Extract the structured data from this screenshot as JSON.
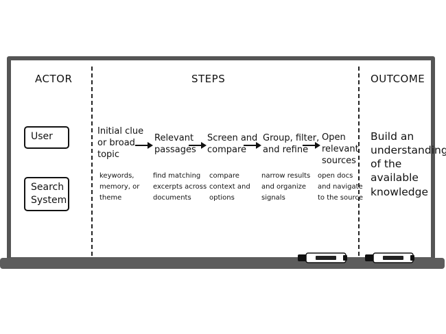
{
  "headers": {
    "actor": "ACTOR",
    "steps": "STEPS",
    "outcome": "OUTCOME"
  },
  "actors": {
    "user": "User",
    "search_system_line1": "Search",
    "search_system_line2": "System"
  },
  "steps": [
    {
      "title": [
        "Initial clue",
        "or broad",
        "topic"
      ],
      "note": [
        "keywords,",
        "memory, or",
        "theme"
      ]
    },
    {
      "title": [
        "Relevant",
        "passages"
      ],
      "note": [
        "find matching",
        "excerpts across",
        "documents"
      ]
    },
    {
      "title": [
        "Screen and",
        "compare"
      ],
      "note": [
        "compare",
        "context and",
        "options"
      ]
    },
    {
      "title": [
        "Group, filter,",
        "and refine"
      ],
      "note": [
        "narrow results",
        "and organize",
        "signals"
      ]
    },
    {
      "title": [
        "Open",
        "relevant",
        "sources"
      ],
      "note": [
        "open docs",
        "and navigate",
        "to the source"
      ]
    }
  ],
  "outcome": [
    "Build an",
    "understanding",
    "of the",
    "available",
    "knowledge"
  ],
  "icons": {
    "arrow": "right-arrow-icon",
    "marker": "whiteboard-marker-icon"
  }
}
